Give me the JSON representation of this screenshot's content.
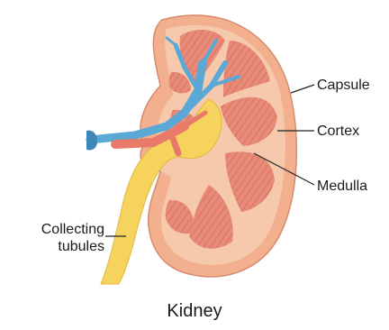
{
  "labels": {
    "capsule": "Capsule",
    "cortex": "Cortex",
    "medulla": "Medulla",
    "collecting_line1": "Collecting",
    "collecting_line2": "tubules"
  },
  "caption": "Kidney",
  "colors": {
    "capsule_outer": "#f2b08e",
    "cortex": "#f6c9ad",
    "pyramid": "#e88a78",
    "pyramid_stripe": "#c96456",
    "vein": "#5aa8d6",
    "artery": "#e97a6a",
    "ureter": "#f6cf63",
    "pelvis": "#f6d35c"
  }
}
